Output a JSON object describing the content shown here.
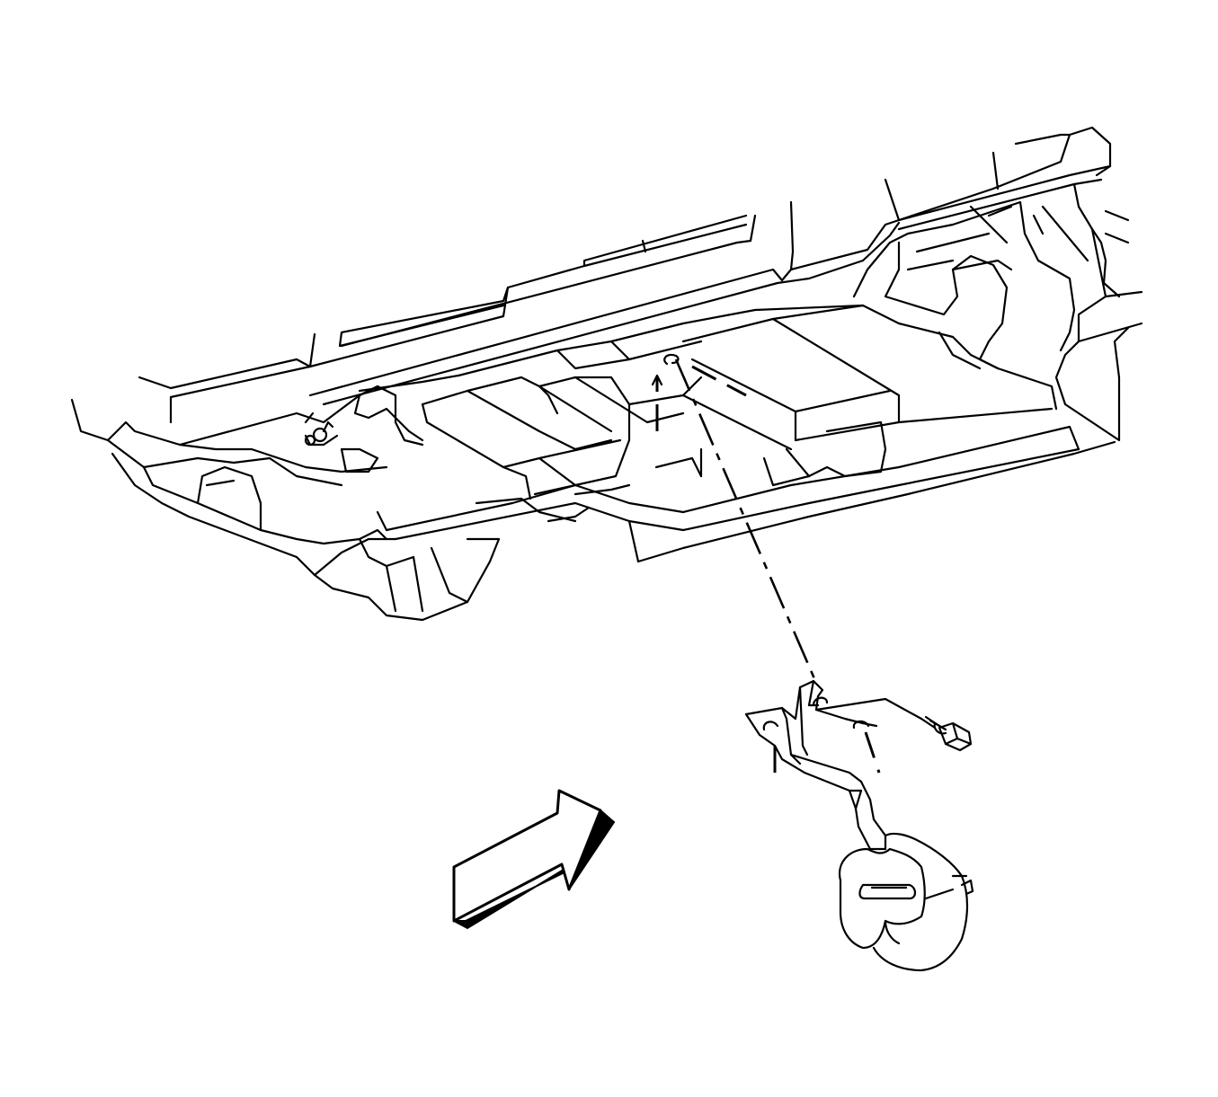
{
  "diagram": {
    "type": "exploded-view line illustration",
    "palette": {
      "line": "#000000",
      "background": "#ffffff",
      "arrow_shadow": "#000000"
    },
    "parts": [
      "vehicle-underbody",
      "exhaust-hanger-bracket",
      "bracket-bolt",
      "rubber-exhaust-insulator",
      "view-direction-arrow"
    ]
  }
}
